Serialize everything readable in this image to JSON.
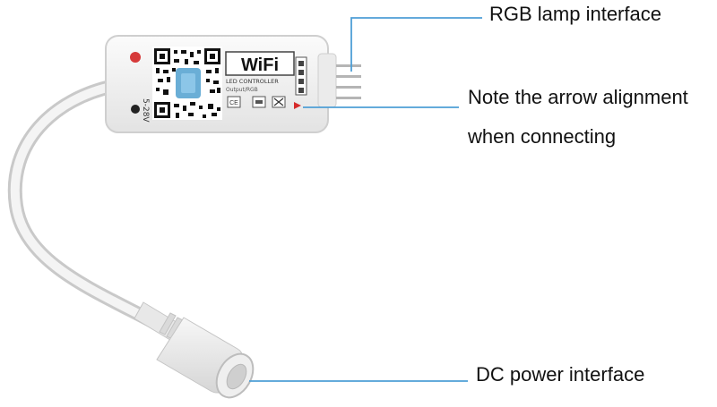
{
  "callouts": {
    "rgb_lamp": "RGB lamp interface",
    "arrow_line1": "Note the arrow alignment",
    "arrow_line2": "when connecting",
    "dc_power": "DC power interface"
  },
  "device": {
    "brand_text": "WiFi",
    "model_text": "LED CONTROLLER",
    "port_text": "Output/RGB",
    "voltage_text": "5-28V"
  },
  "colors": {
    "callout_line": "#4e9fd6",
    "body": "#f2f2f2",
    "arrow_marker": "#d62b2b"
  }
}
